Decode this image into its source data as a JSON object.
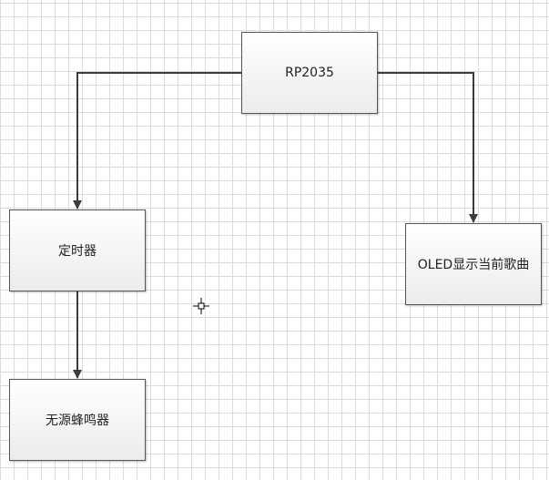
{
  "nodes": {
    "mcu": {
      "label": "RP2035"
    },
    "timer": {
      "label": "定时器"
    },
    "oled": {
      "label": "OLED显示当前歌曲"
    },
    "buzzer": {
      "label": "无源蜂鸣器"
    }
  },
  "colors": {
    "connector": "#3c3c3c",
    "node_border": "#555555",
    "grid": "#dcdcdc"
  },
  "icons": {
    "cursor": "crosshair-move-icon"
  }
}
